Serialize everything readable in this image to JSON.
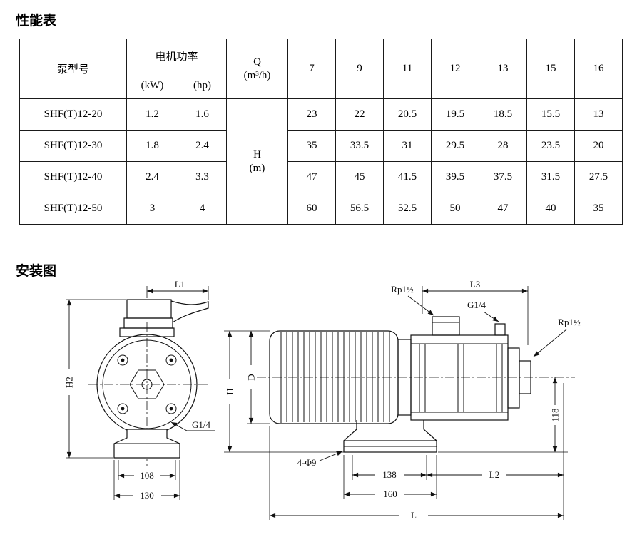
{
  "sections": {
    "performance_title": "性能表",
    "installation_title": "安装图"
  },
  "table": {
    "headers": {
      "model": "泵型号",
      "motor_power": "电机功率",
      "kw": "(kW)",
      "hp": "(hp)",
      "q_label": "Q",
      "q_unit": "(m³/h)",
      "h_label": "H",
      "h_unit": "(m)",
      "flows": [
        "7",
        "9",
        "11",
        "12",
        "13",
        "15",
        "16"
      ]
    },
    "rows": [
      {
        "model": "SHF(T)12-20",
        "kw": "1.2",
        "hp": "1.6",
        "heads": [
          "23",
          "22",
          "20.5",
          "19.5",
          "18.5",
          "15.5",
          "13"
        ]
      },
      {
        "model": "SHF(T)12-30",
        "kw": "1.8",
        "hp": "2.4",
        "heads": [
          "35",
          "33.5",
          "31",
          "29.5",
          "28",
          "23.5",
          "20"
        ]
      },
      {
        "model": "SHF(T)12-40",
        "kw": "2.4",
        "hp": "3.3",
        "heads": [
          "47",
          "45",
          "41.5",
          "39.5",
          "37.5",
          "31.5",
          "27.5"
        ]
      },
      {
        "model": "SHF(T)12-50",
        "kw": "3",
        "hp": "4",
        "heads": [
          "60",
          "56.5",
          "52.5",
          "50",
          "47",
          "40",
          "35"
        ]
      }
    ]
  },
  "diagram": {
    "front": {
      "l1": "L1",
      "h2": "H2",
      "g14": "G1/4",
      "d108": "108",
      "d130": "130"
    },
    "side": {
      "rp_top": "Rp1½",
      "l3": "L3",
      "g14": "G1/4",
      "rp_right": "Rp1½",
      "h": "H",
      "d": "D",
      "d118": "118",
      "holes": "4-Φ9",
      "d138": "138",
      "l2": "L2",
      "d160": "160",
      "l": "L"
    }
  }
}
